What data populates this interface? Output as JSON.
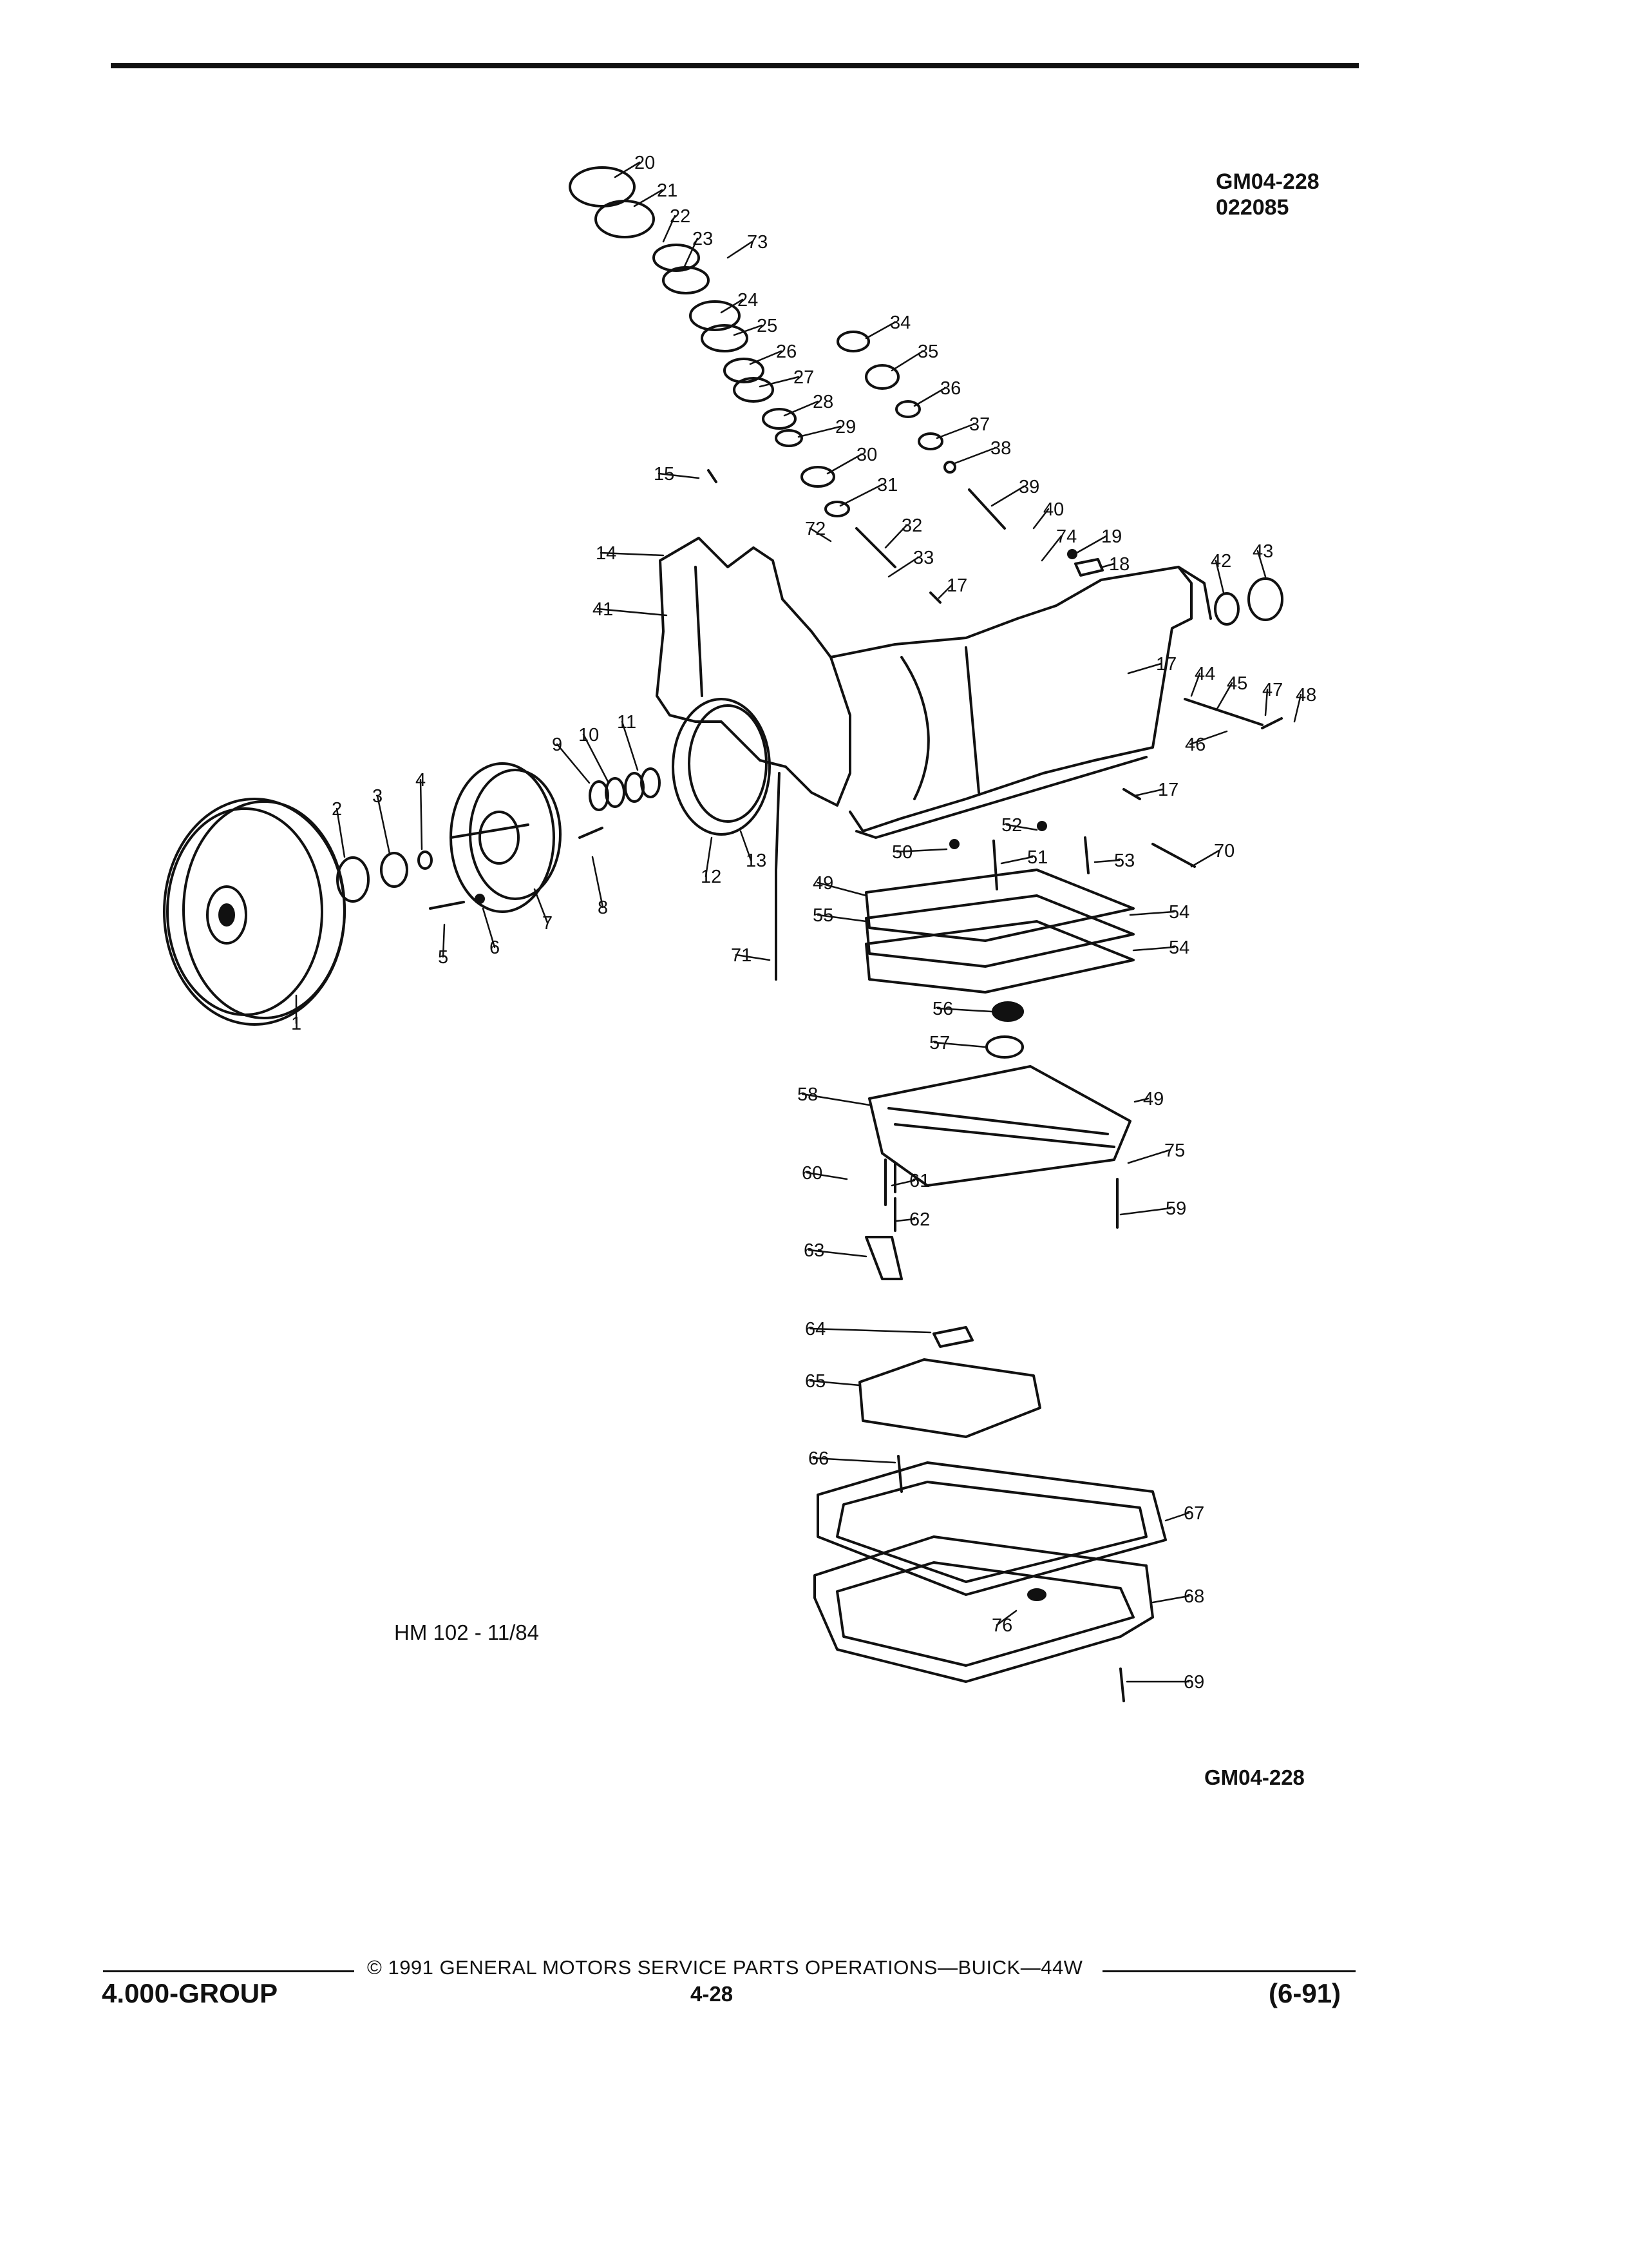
{
  "header": {
    "code": "GM04-228",
    "date": "022085"
  },
  "diagram": {
    "art_code": "HM 102 - 11/84",
    "bottom_code": "GM04-228",
    "callouts": [
      "1",
      "2",
      "3",
      "4",
      "5",
      "6",
      "7",
      "8",
      "9",
      "10",
      "11",
      "12",
      "13",
      "14",
      "15",
      "17",
      "17",
      "17",
      "18",
      "19",
      "20",
      "21",
      "22",
      "23",
      "24",
      "25",
      "26",
      "27",
      "28",
      "29",
      "30",
      "31",
      "32",
      "33",
      "34",
      "35",
      "36",
      "37",
      "38",
      "39",
      "40",
      "41",
      "42",
      "43",
      "44",
      "45",
      "46",
      "47",
      "48",
      "49",
      "49",
      "50",
      "51",
      "52",
      "53",
      "54",
      "54",
      "55",
      "56",
      "57",
      "58",
      "59",
      "60",
      "61",
      "62",
      "63",
      "64",
      "65",
      "66",
      "67",
      "68",
      "69",
      "70",
      "71",
      "72",
      "73",
      "74",
      "75",
      "76"
    ]
  },
  "footer": {
    "copyright": "© 1991 GENERAL MOTORS SERVICE PARTS OPERATIONS—BUICK—44W",
    "group": "4.000-GROUP",
    "page": "4-28",
    "revision": "(6-91)"
  }
}
